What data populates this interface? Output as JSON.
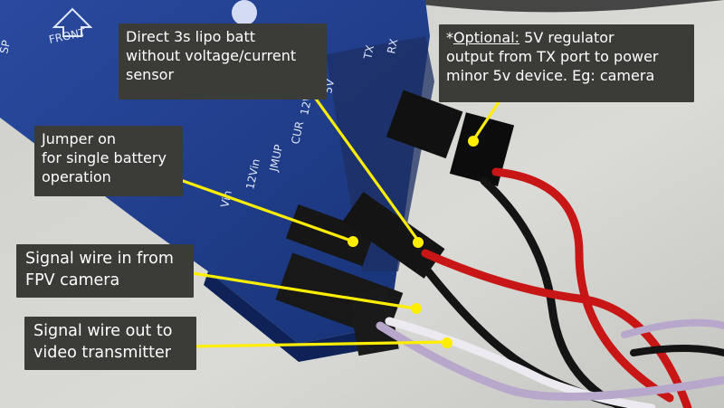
{
  "colors": {
    "label_bg": "#3b3b38",
    "label_text": "#ffffff",
    "callout_line": "#ffee00",
    "board_blue": "#1e3c8c",
    "wire_red": "#d01818",
    "wire_black": "#151515",
    "wire_white": "#e8e6ea",
    "wire_violet": "#b8a8cc"
  },
  "board": {
    "silkscreen": [
      "FRONT",
      "5V",
      "12V",
      "CUR",
      "JMUP",
      "12Vin",
      "Vin",
      "SP",
      "TX",
      "RX"
    ]
  },
  "labels": {
    "battery": {
      "lines": [
        "Direct 3s lipo batt",
        "without voltage/current",
        "sensor"
      ]
    },
    "jumper": {
      "lines": [
        "Jumper on",
        "for single battery",
        "operation"
      ]
    },
    "optional": {
      "prefix": "*",
      "emphasis": "Optional:",
      "line1_rest": " 5V regulator",
      "line2": "output from TX port to power",
      "line3": "minor 5v device. Eg: camera"
    },
    "signal_in": {
      "lines": [
        "Signal wire in from",
        "FPV camera"
      ]
    },
    "signal_out": {
      "lines": [
        "Signal wire out to",
        "video transmitter"
      ]
    }
  }
}
